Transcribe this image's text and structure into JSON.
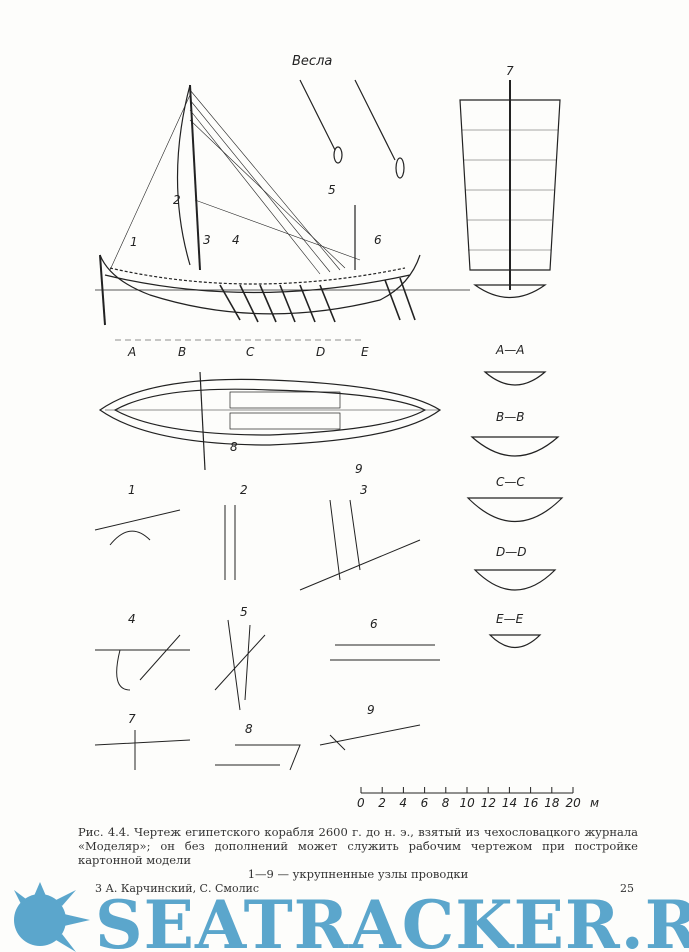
{
  "figure": {
    "oars_label": "Весла",
    "callouts": [
      "1",
      "2",
      "3",
      "4",
      "5",
      "6",
      "7",
      "8",
      "9"
    ],
    "station_marks": [
      "A",
      "B",
      "C",
      "D",
      "E"
    ],
    "sections": [
      "A—A",
      "B—B",
      "C—C",
      "D—D",
      "E—E"
    ],
    "detail_numbers": [
      "1",
      "2",
      "3",
      "4",
      "5",
      "6",
      "7",
      "8",
      "9"
    ],
    "scale": {
      "ticks": [
        "0",
        "2",
        "4",
        "6",
        "8",
        "10",
        "12",
        "14",
        "16",
        "18",
        "20"
      ],
      "unit": "м"
    }
  },
  "caption": {
    "line1": "Рис. 4.4. Чертеж египетского корабля 2600 г. до н. э., взятый из чехословацкого журнала «Моделяр»; он без дополнений может служить рабочим чертежом при постройке картонной модели",
    "line2": "1—9 — укрупненные узлы проводки"
  },
  "footer": {
    "left": "3 А. Карчинский, С. Смолис",
    "page_number": "25"
  },
  "watermark": {
    "text": "SEATRACKER.RU",
    "color": "#5ba6cc"
  }
}
